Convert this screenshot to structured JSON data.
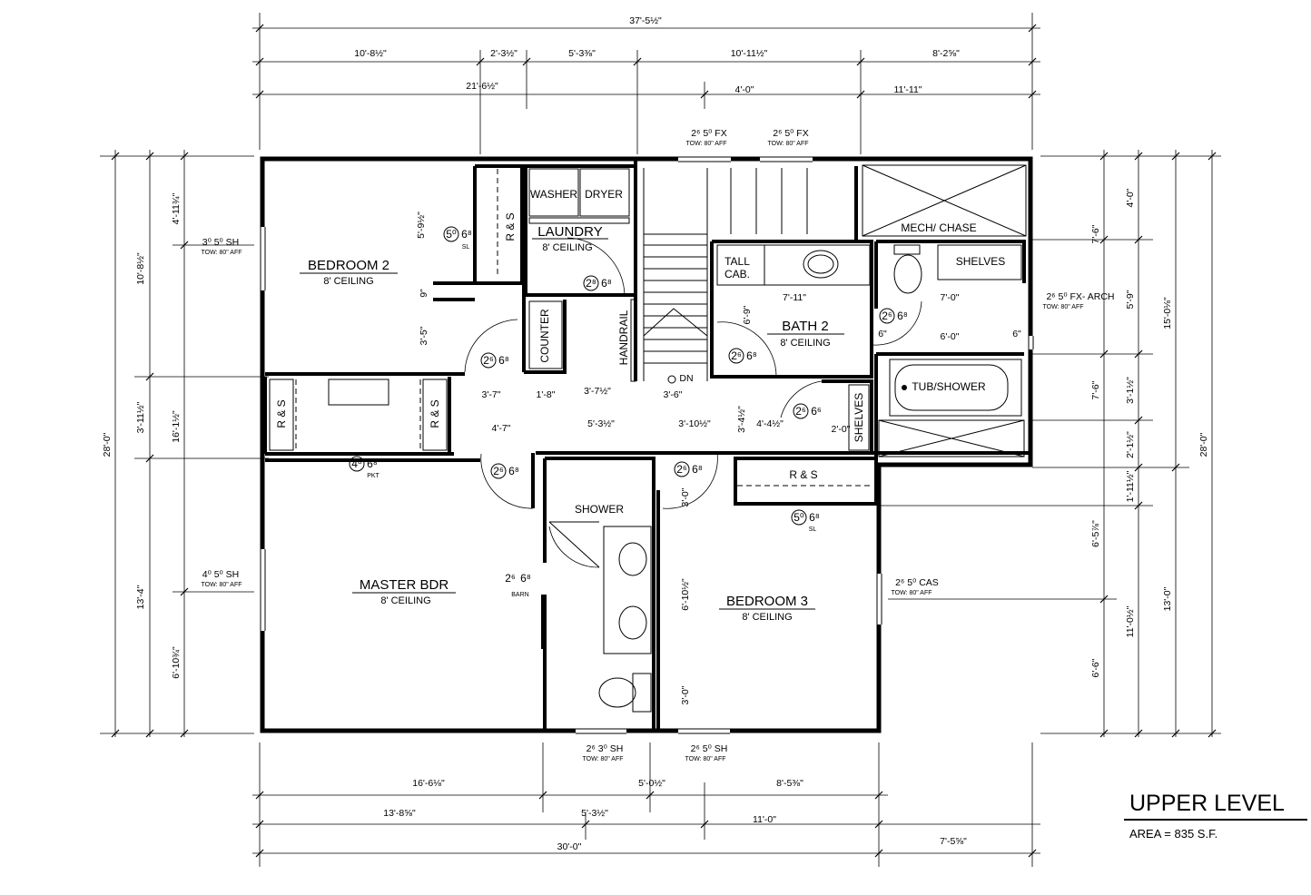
{
  "title": "UPPER LEVEL",
  "area": "AREA = 835 S.F.",
  "rooms": {
    "bedroom2": {
      "name": "BEDROOM 2",
      "ceiling": "8' CEILING"
    },
    "laundry": {
      "name": "LAUNDRY",
      "ceiling": "8' CEILING"
    },
    "bath2": {
      "name": "BATH 2",
      "ceiling": "8' CEILING"
    },
    "master": {
      "name": "MASTER  BDR",
      "ceiling": "8' CEILING"
    },
    "bedroom3": {
      "name": "BEDROOM 3",
      "ceiling": "8' CEILING"
    }
  },
  "labels": {
    "washer": "WASHER",
    "dryer": "DRYER",
    "mech": "MECH/ CHASE",
    "shelves_top": "SHELVES",
    "tall1": "TALL",
    "tall2": "CAB.",
    "counter": "COUNTER",
    "handrail": "HANDRAIL",
    "dn": "DN",
    "tub": "TUB/SHOWER",
    "shelves_side": "SHELVES",
    "shower": "SHOWER",
    "rs": "R & S",
    "barn": "BARN",
    "pkt": "PKT",
    "sl": "SL"
  },
  "windows": {
    "top_left": {
      "size": "2⁶ 5⁰ FX",
      "tow": "TOW: 80\" AFF"
    },
    "top_right": {
      "size": "2⁶ 5⁰ FX",
      "tow": "TOW: 80\" AFF"
    },
    "left_upper": {
      "size": "3⁰ 5⁰ SH",
      "tow": "TOW: 80\" AFF"
    },
    "left_lower": {
      "size": "4⁰ 5⁰ SH",
      "tow": "TOW: 80\" AFF"
    },
    "right_upper": {
      "size": "2⁶ 5⁰ FX- ARCH",
      "tow": "TOW: 80\" AFF"
    },
    "right_lower": {
      "size": "2⁶ 5⁰ CAS",
      "tow": "TOW: 80\" AFF"
    },
    "bottom_left": {
      "size": "2⁶ 3⁰ SH",
      "tow": "TOW: 80\" AFF"
    },
    "bottom_right": {
      "size": "2⁶ 5⁰ SH",
      "tow": "TOW: 80\" AFF"
    }
  },
  "doors": {
    "bed2_closet": {
      "w": "5⁰",
      "h": "6⁸"
    },
    "laundry": {
      "w": "2⁸",
      "h": "6⁸"
    },
    "bath2": {
      "w": "2⁶",
      "h": "6⁸"
    },
    "bath2_hall": {
      "w": "2⁶",
      "h": "6⁸"
    },
    "bed2": {
      "w": "2⁶",
      "h": "6⁸"
    },
    "linen": {
      "w": "2⁶",
      "h": "6⁶"
    },
    "master_closet": {
      "w": "4⁰",
      "h": "6⁸"
    },
    "master": {
      "w": "2⁶",
      "h": "6⁸"
    },
    "bed3": {
      "w": "2⁶",
      "h": "6⁸"
    },
    "bed3_closet": {
      "w": "5⁰",
      "h": "6⁸"
    },
    "barn": {
      "w": "2⁶",
      "h": "6⁸"
    }
  },
  "dims": {
    "top_overall": "37'-5½\"",
    "top_a": "10'-8½\"",
    "top_b": "2'-3½\"",
    "top_c": "5'-3⅜\"",
    "top_d": "10'-11½\"",
    "top_e": "8'-2⅝\"",
    "top_f": "21'-6½\"",
    "top_g": "4'-0\"",
    "top_h": "11'-11\"",
    "left_a": "4'-11¾\"",
    "left_b": "10'-8½\"",
    "left_c": "3'-11½\"",
    "left_d": "16'-1½\"",
    "left_e": "28'-0\"",
    "left_f": "13'-4\"",
    "left_g": "6'-10¾\"",
    "right_a": "4'-0\"",
    "right_b": "7'-6\"",
    "right_c": "5'-9\"",
    "right_d": "15'-0⅛\"",
    "right_e": "7'-6\"",
    "right_f": "3'-1½\"",
    "right_g": "2'-1½\"",
    "right_h": "28'-0\"",
    "right_i": "1'-11½\"",
    "right_j": "6'-5⅞\"",
    "right_k": "13'-0\"",
    "right_l": "11'-0½\"",
    "right_m": "6'-6\"",
    "bot_a": "16'-6⅛\"",
    "bot_b": "5'-0½\"",
    "bot_c": "8'-5⅜\"",
    "bot_d": "13'-8⅝\"",
    "bot_e": "5'-3½\"",
    "bot_f": "11'-0\"",
    "bot_g": "30'-0\"",
    "bot_h": "7'-5⅝\"",
    "in_b2h": "5'-9½\"",
    "in_9": "9\"",
    "in_35": "3'-5\"",
    "in_711": "7'-11\"",
    "in_70": "7'-0\"",
    "in_60": "6'-0\"",
    "in_69": "6'-9\"",
    "in_6a": "6\"",
    "in_6b": "6\"",
    "in_37": "3'-7\"",
    "in_18": "1'-8\"",
    "in_37h": "3'-7½\"",
    "in_36": "3'-6\"",
    "in_47": "4'-7\"",
    "in_53": "5'-3½\"",
    "in_310": "3'-10½\"",
    "in_34": "3'-4½\"",
    "in_44": "4'-4½\"",
    "in_20": "2'-0\"",
    "in_30a": "3'-0\"",
    "in_610": "6'-10½\"",
    "in_30b": "3'-0\""
  }
}
